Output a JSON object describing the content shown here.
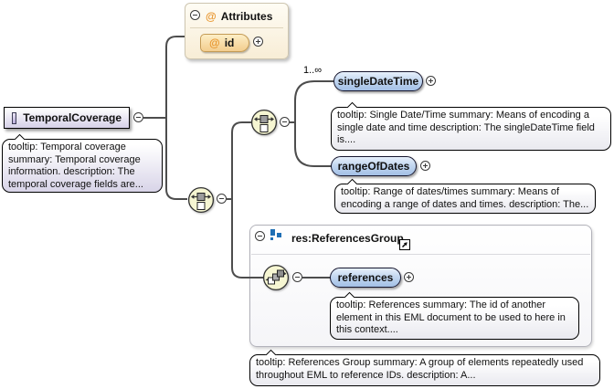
{
  "root": {
    "label": "TemporalCoverage",
    "tooltip": "tooltip: Temporal coverage summary: Temporal coverage information. description: The temporal coverage fields are..."
  },
  "attributes": {
    "at": "@",
    "header": "Attributes",
    "id_label": "id"
  },
  "occurrence_label": "1..∞",
  "single": {
    "label": "singleDateTime",
    "tooltip": "tooltip: Single Date/Time summary: Means of encoding a single date and time description: The singleDateTime field is...."
  },
  "range": {
    "label": "rangeOfDates",
    "tooltip": "tooltip: Range of dates/times summary: Means of encoding a range of dates and times. description: The..."
  },
  "group": {
    "title": "res:ReferencesGroup",
    "references": {
      "label": "references",
      "tooltip": "tooltip: References summary: The id of another element in this EML document to be used to here in this context...."
    },
    "tooltip": "tooltip: References Group summary: A group of elements repeatedly used throughout EML to reference IDs. description: A..."
  },
  "icons": {
    "element": "element-box-icon",
    "collapse": "minus-circle-icon",
    "expand": "plus-circle-icon",
    "choice": "choice-compositor-icon",
    "sequence": "sequence-compositor-icon",
    "group": "group-blue-squares-icon",
    "definition_link": "goto-definition-arrow-icon"
  },
  "colors": {
    "ebox_top": "#ffffff",
    "ebox_bottom": "#d6d1e8",
    "pill_top": "#e7f0fb",
    "pill_bottom": "#a3c0e6",
    "attr_top": "#fefcf4",
    "attr_bottom": "#f8edd6",
    "id_top": "#fdeec6",
    "id_bottom": "#f3cd8e",
    "accent_orange": "#e8962e",
    "lav_bottom": "#d8d4e8",
    "tip_bottom": "#e9e9ef",
    "compositor_fill": "#f6f6d2",
    "group_blue": "#1f6fb5",
    "line": "#4d4d4d"
  }
}
